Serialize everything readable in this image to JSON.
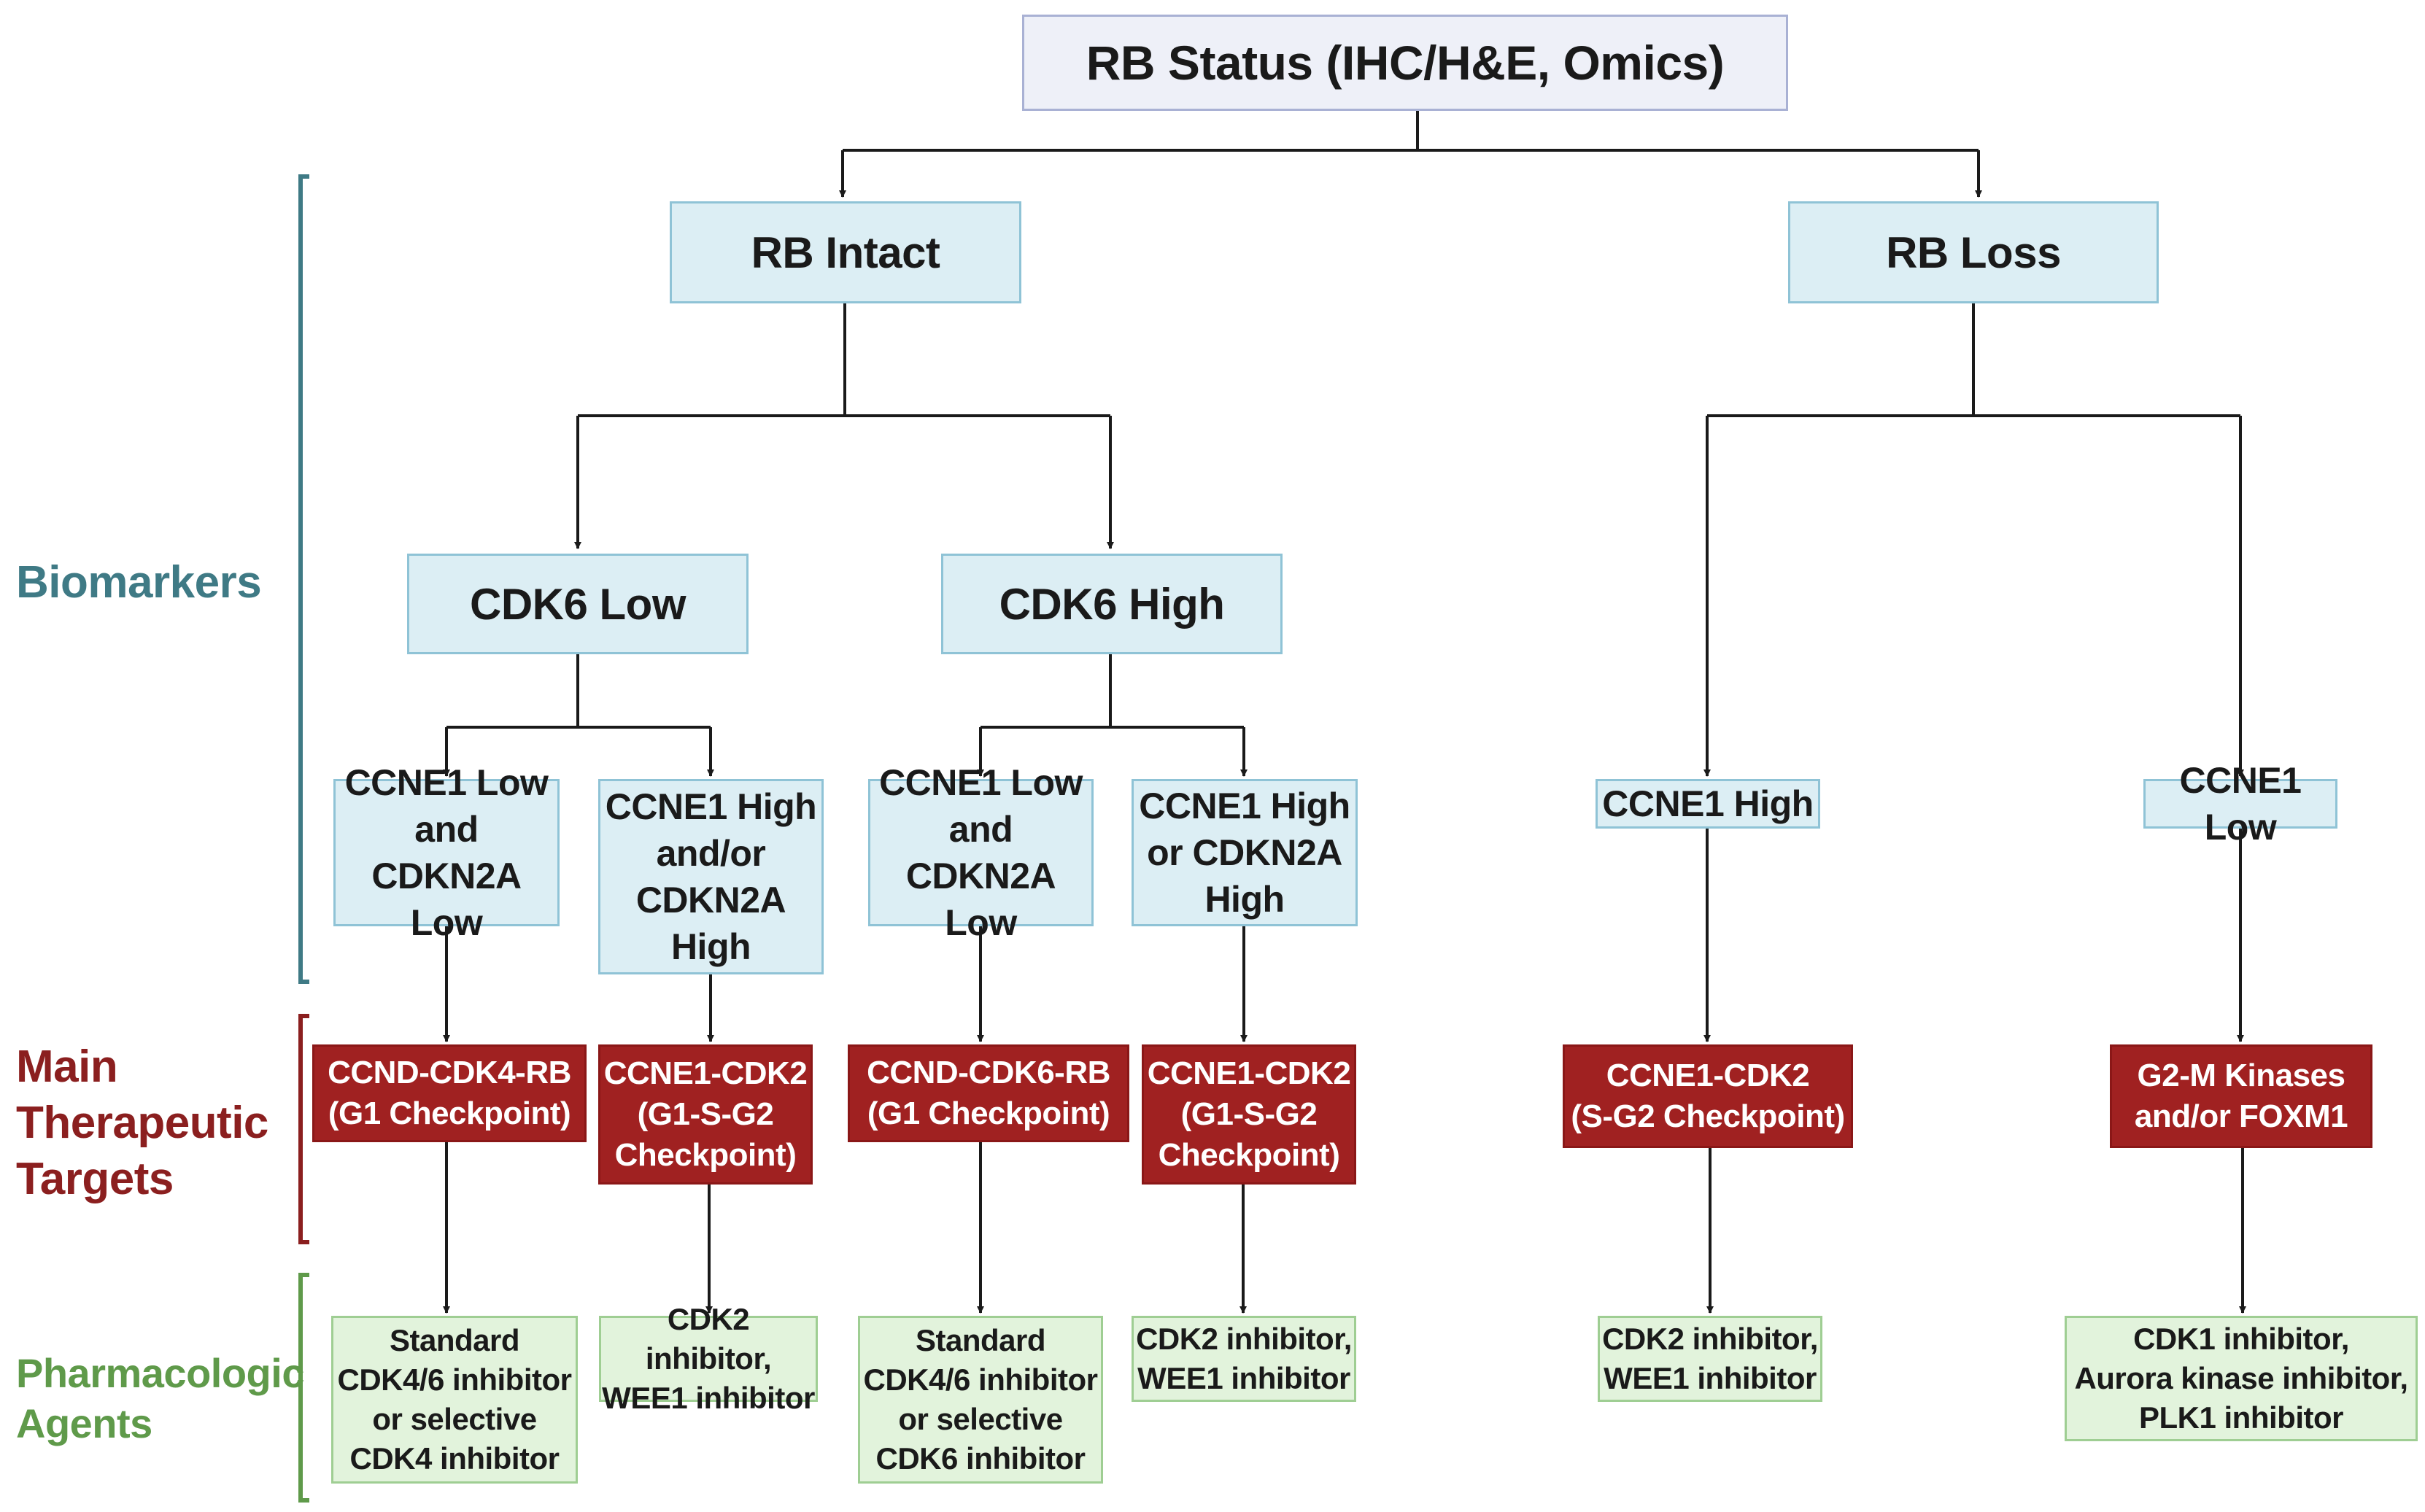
{
  "colors": {
    "biomarkers": "#3f7a85",
    "targets": "#8b1f1f",
    "agents": "#5f9a4a",
    "line": "#1a1a1a"
  },
  "side_labels": {
    "biomarkers": "Biomarkers",
    "targets": "Main\nTherapeutic\nTargets",
    "agents": "Pharmacologic\nAgents"
  },
  "root": "RB Status (IHC/H&E, Omics)",
  "level1": {
    "rb_intact": "RB Intact",
    "rb_loss": "RB Loss"
  },
  "level2": {
    "cdk6_low": "CDK6 Low",
    "cdk6_high": "CDK6 High"
  },
  "level3": {
    "a": "CCNE1 Low\nand CDKN2A\nLow",
    "b": "CCNE1 High\nand/or\nCDKN2A\nHigh",
    "c": "CCNE1 Low\nand CDKN2A\nLow",
    "d": "CCNE1 High\nor CDKN2A\nHigh",
    "e": "CCNE1 High",
    "f": "CCNE1 Low"
  },
  "targets": {
    "a": "CCND-CDK4-RB\n(G1 Checkpoint)",
    "b": "CCNE1-CDK2\n(G1-S-G2\nCheckpoint)",
    "c": "CCND-CDK6-RB\n(G1 Checkpoint)",
    "d": "CCNE1-CDK2\n(G1-S-G2\nCheckpoint)",
    "e": "CCNE1-CDK2\n(S-G2 Checkpoint)",
    "f": "G2-M Kinases\nand/or FOXM1"
  },
  "agents": {
    "a": "Standard\nCDK4/6 inhibitor\nor selective\nCDK4 inhibitor",
    "b": "CDK2 inhibitor,\nWEE1 inhibitor",
    "c": "Standard\nCDK4/6 inhibitor\nor selective\nCDK6 inhibitor",
    "d": "CDK2 inhibitor,\nWEE1 inhibitor",
    "e": "CDK2 inhibitor,\nWEE1 inhibitor",
    "f": "CDK1 inhibitor,\nAurora kinase inhibitor,\nPLK1 inhibitor"
  }
}
